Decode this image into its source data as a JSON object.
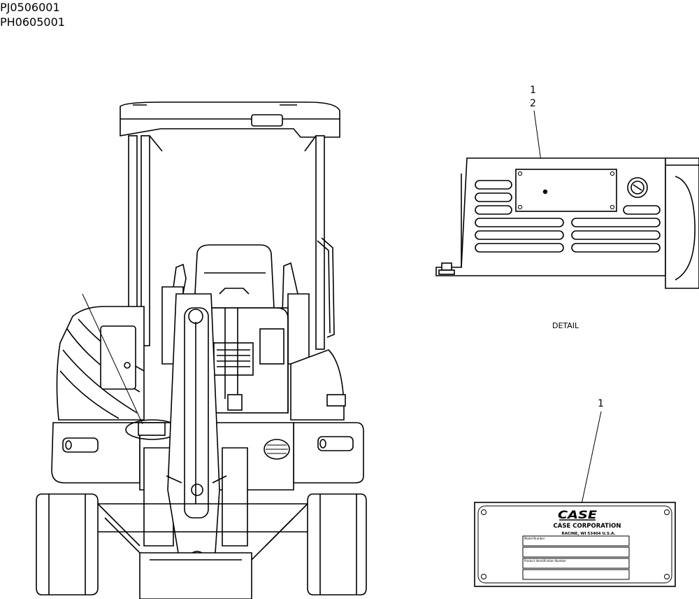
{
  "document_codes": [
    "PJ0506001",
    "PH0605001"
  ],
  "detail_callouts": {
    "upper": "1",
    "lower": "2"
  },
  "detail_caption": "DETAIL",
  "plate_callout": "1",
  "plate": {
    "brand": "CASE",
    "company": "CASE CORPORATION",
    "address": "RACINE, WI 53404 U.S.A.",
    "model_label": "Model Number",
    "pin_label": "Product Identification Number"
  }
}
